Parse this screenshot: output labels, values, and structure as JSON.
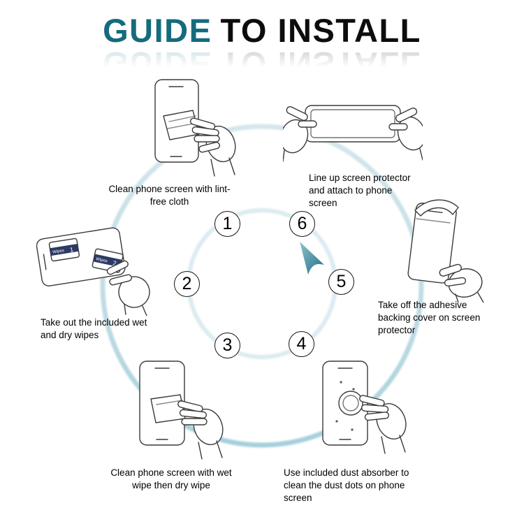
{
  "title": {
    "part1": "GUIDE",
    "part2": "TO INSTALL"
  },
  "steps": [
    {
      "number": "1",
      "caption": "Clean phone screen with lint-free cloth"
    },
    {
      "number": "2",
      "caption": "Take out the included wet and dry wipes"
    },
    {
      "number": "3",
      "caption": "Clean phone screen with wet wipe then dry wipe"
    },
    {
      "number": "4",
      "caption": "Use included dust absorber to clean the dust dots on phone screen"
    },
    {
      "number": "5",
      "caption": "Take off the adhesive backing cover on screen protector"
    },
    {
      "number": "6",
      "caption": "Line up screen protector and attach to phone screen"
    }
  ],
  "illustrations": {
    "wipes": {
      "brand": "Wipes",
      "packet1": "1",
      "packet2": "2"
    }
  },
  "colors": {
    "accent": "#156b7d",
    "ring": "#b9d8e1",
    "arrow_dark": "#1f6e82",
    "arrow_light": "#8fc2cf",
    "text": "#000000"
  }
}
